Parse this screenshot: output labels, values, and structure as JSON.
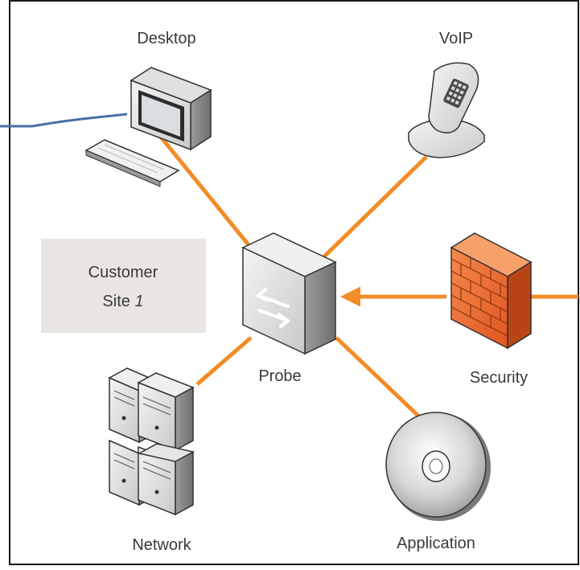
{
  "nodes": {
    "desktop": {
      "label": "Desktop"
    },
    "voip": {
      "label": "VoIP"
    },
    "probe": {
      "label": "Probe"
    },
    "security": {
      "label": "Security"
    },
    "network": {
      "label": "Network"
    },
    "application": {
      "label": "Application"
    }
  },
  "site_box": {
    "line1": "Customer",
    "line2_text": "Site ",
    "line2_number": "1"
  },
  "colors": {
    "link": "#f28c28",
    "external_link": "#4a6fa5",
    "frame": "#1a1a1a",
    "site_box": "#e8e5e2",
    "firewall": "#e8622a"
  }
}
